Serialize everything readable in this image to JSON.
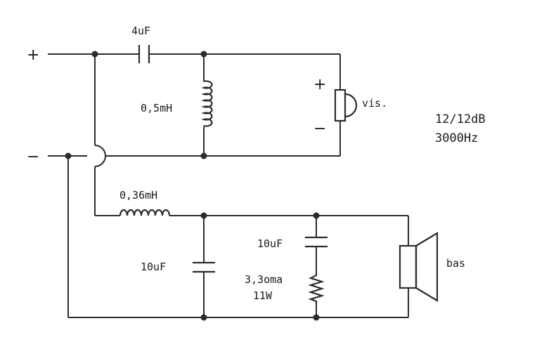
{
  "terminals": {
    "plus": "+",
    "minus": "−"
  },
  "tweeter": {
    "capacitor": "4uF",
    "inductor": "0,5mH",
    "polarity_plus": "+",
    "polarity_minus": "−",
    "speaker": "vis."
  },
  "woofer": {
    "inductor": "0,36mH",
    "capacitor": "10uF",
    "zobel_capacitor": "10uF",
    "zobel_resistor_line1": "3,3oma",
    "zobel_resistor_line2": "11W",
    "speaker": "bas"
  },
  "specs": {
    "slope": "12/12dB",
    "frequency": "3000Hz"
  }
}
